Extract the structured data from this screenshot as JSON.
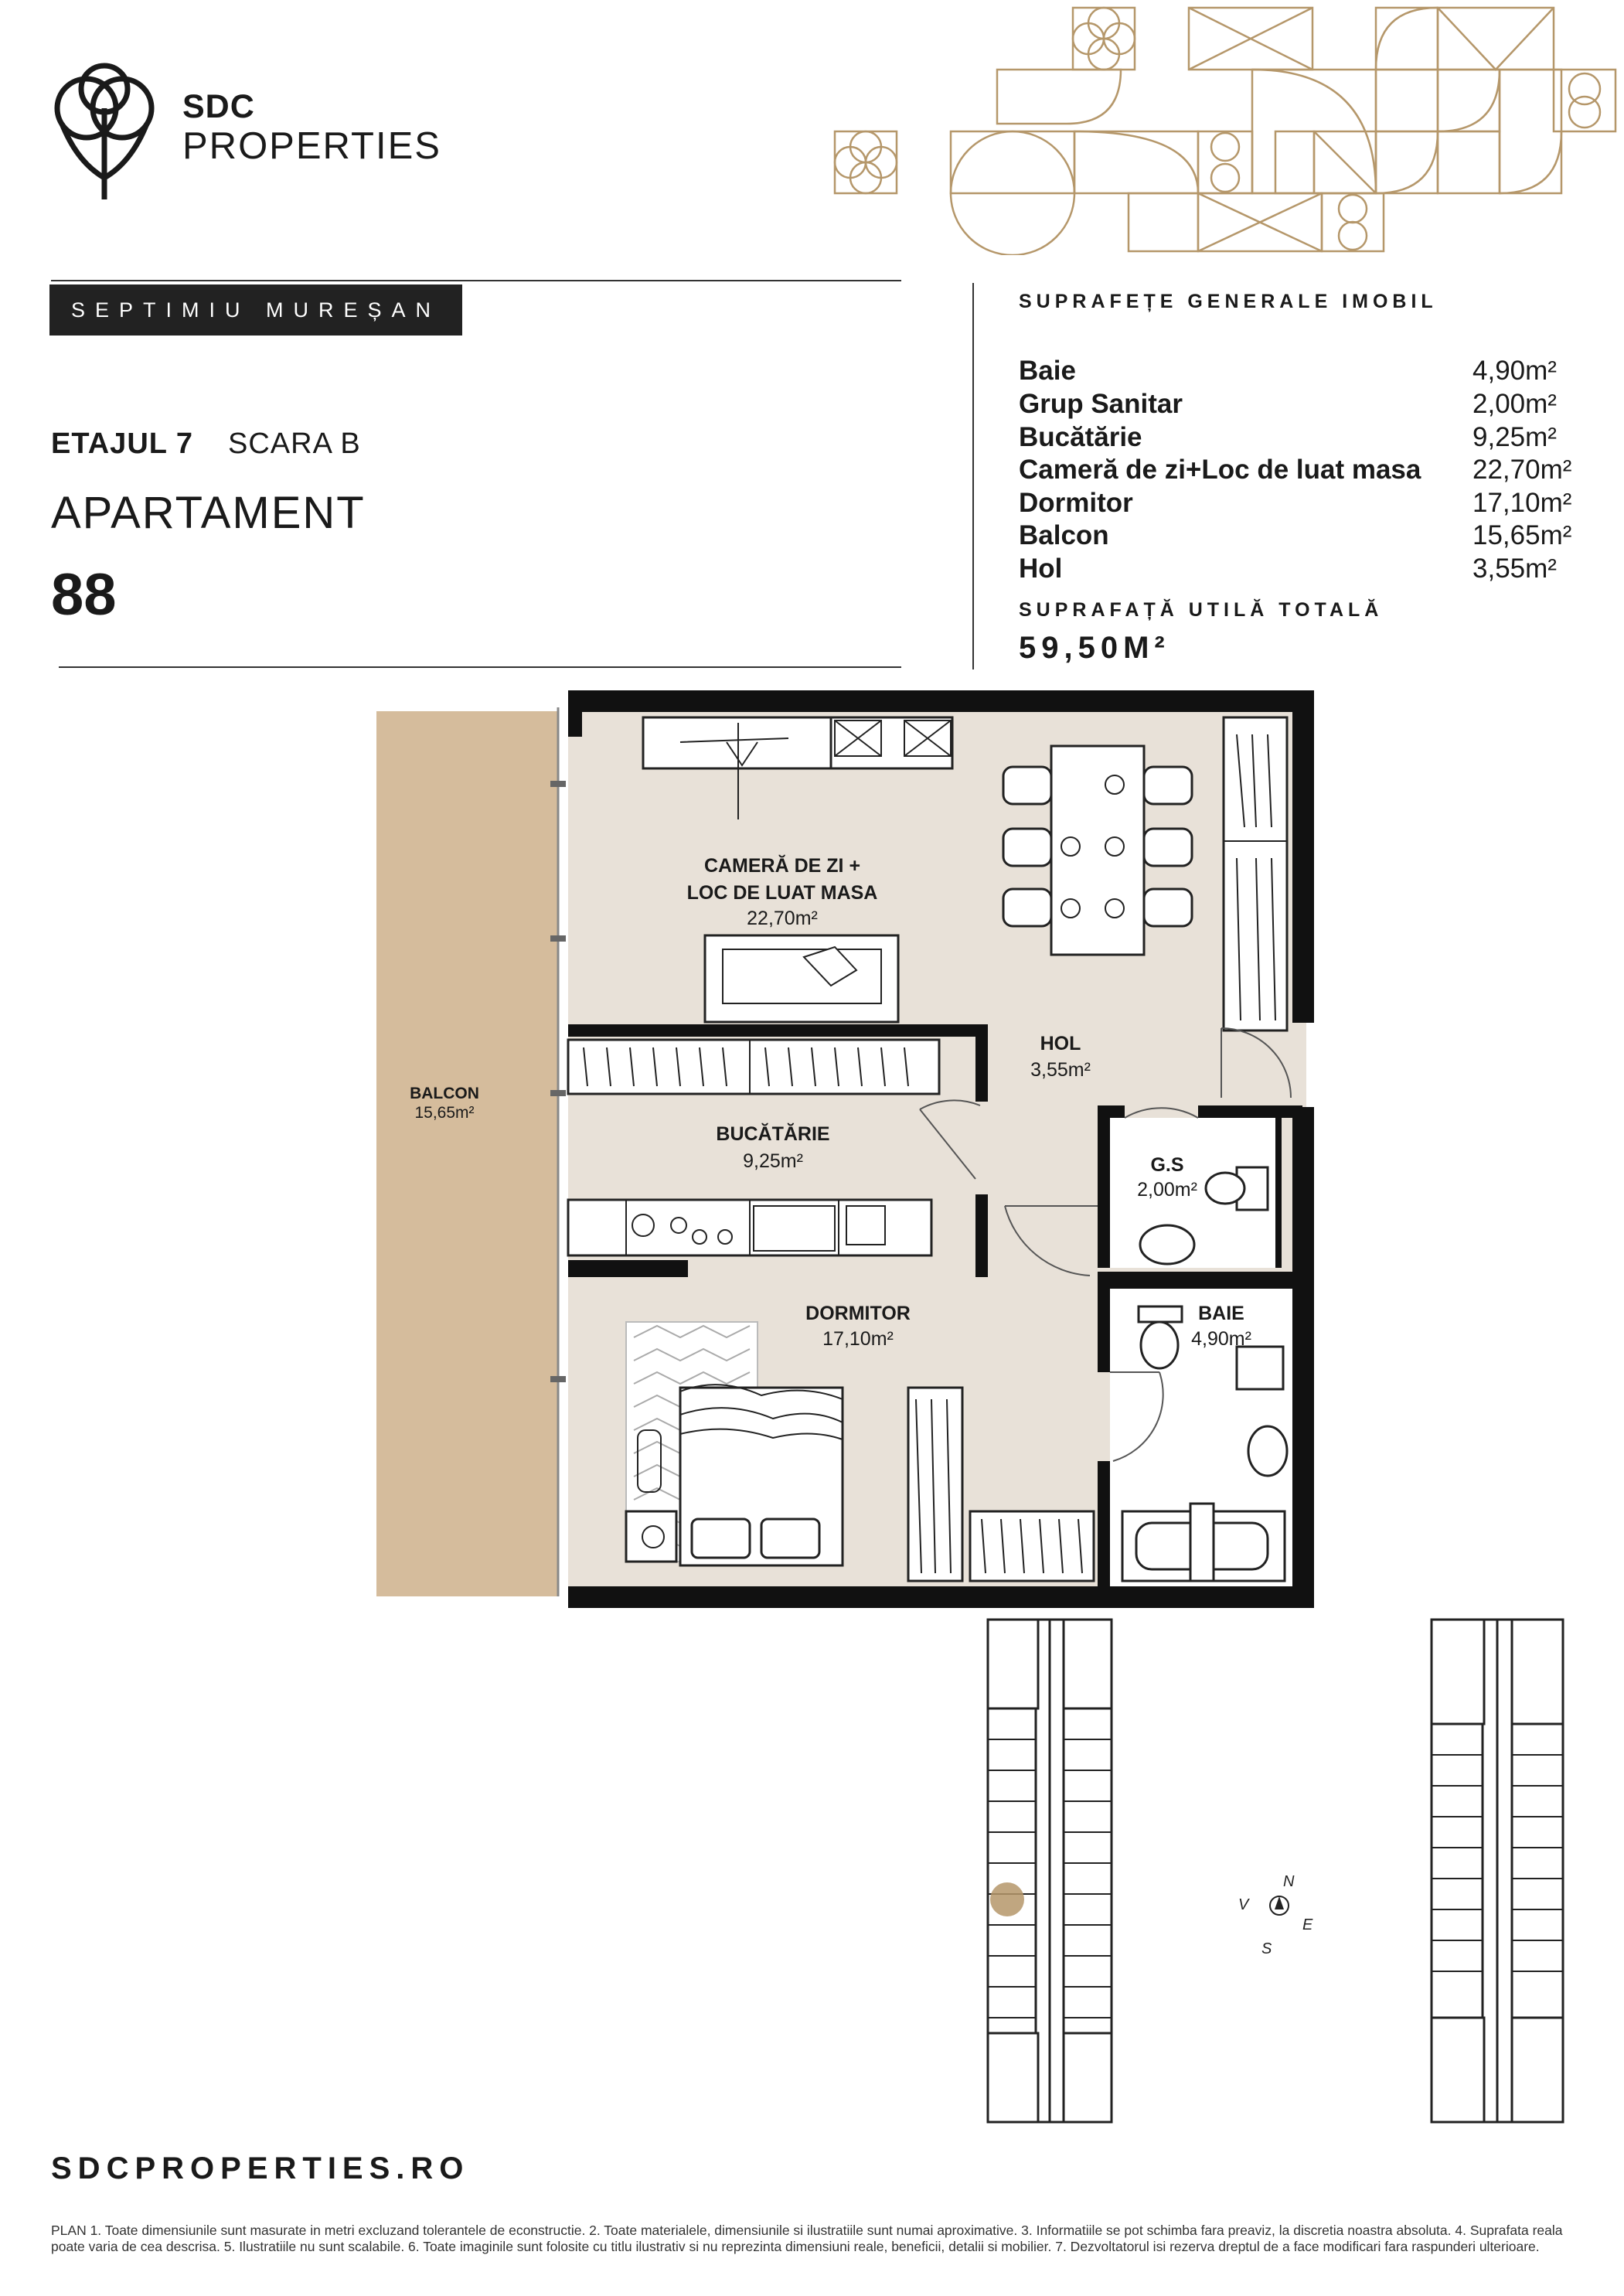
{
  "brand": {
    "name": "SDC",
    "sub": "PROPERTIES"
  },
  "project": {
    "tag": "SEPTIMIU MUREȘAN"
  },
  "unit": {
    "floor": "ETAJUL 7",
    "stair": "SCARA B",
    "type": "APARTAMENT",
    "number": "88"
  },
  "surfaces": {
    "title": "SUPRAFEȚE GENERALE IMOBIL",
    "rows": [
      {
        "label": "Baie",
        "value": "4,90m²"
      },
      {
        "label": "Grup Sanitar",
        "value": "2,00m²"
      },
      {
        "label": "Bucătărie",
        "value": "9,25m²"
      },
      {
        "label": "Cameră de zi+Loc de luat masa",
        "value": "22,70m²"
      },
      {
        "label": "Dormitor",
        "value": "17,10m²"
      },
      {
        "label": "Balcon",
        "value": "15,65m²"
      },
      {
        "label": "Hol",
        "value": "3,55m²"
      }
    ],
    "total_label": "SUPRAFAȚĂ UTILĂ TOTALĂ",
    "total_value": "59,50M²"
  },
  "plan": {
    "living_1": "CAMERĂ DE ZI +",
    "living_2": "LOC DE LUAT MASA",
    "living_area": "22,70m²",
    "hol": "HOL",
    "hol_area": "3,55m²",
    "balcon": "BALCON",
    "balcon_area": "15,65m²",
    "kitchen": "BUCĂTĂRIE",
    "kitchen_area": "9,25m²",
    "gs": "G.S",
    "gs_area": "2,00m²",
    "dormitor": "DORMITOR",
    "dormitor_area": "17,10m²",
    "baie": "BAIE",
    "baie_area": "4,90m²"
  },
  "compass": {
    "n": "N",
    "s": "S",
    "e": "E",
    "v": "V"
  },
  "website": "SDCPROPERTIES.RO",
  "disclaimer": "PLAN 1. Toate dimensiunile sunt masurate in metri excluzand tolerantele de econstructie. 2. Toate materialele, dimensiunile si ilustratiile sunt numai aproximative. 3. Informatiile se pot schimba fara preaviz, la discretia noastra absoluta. 4. Suprafata reala poate varia de cea descrisa. 5. Ilustratiile nu sunt scalabile. 6. Toate imaginile sunt folosite cu titlu ilustrativ si nu reprezinta dimensiuni reale, beneficii, detalii si mobilier. 7. Dezvoltatorul isi rezerva dreptul de a face modificari fara raspunderi ulterioare.",
  "colors": {
    "gold": "#b5976a",
    "balcony": "#d5bc9c",
    "floor": "#e8e1d8",
    "dark": "#222222"
  }
}
